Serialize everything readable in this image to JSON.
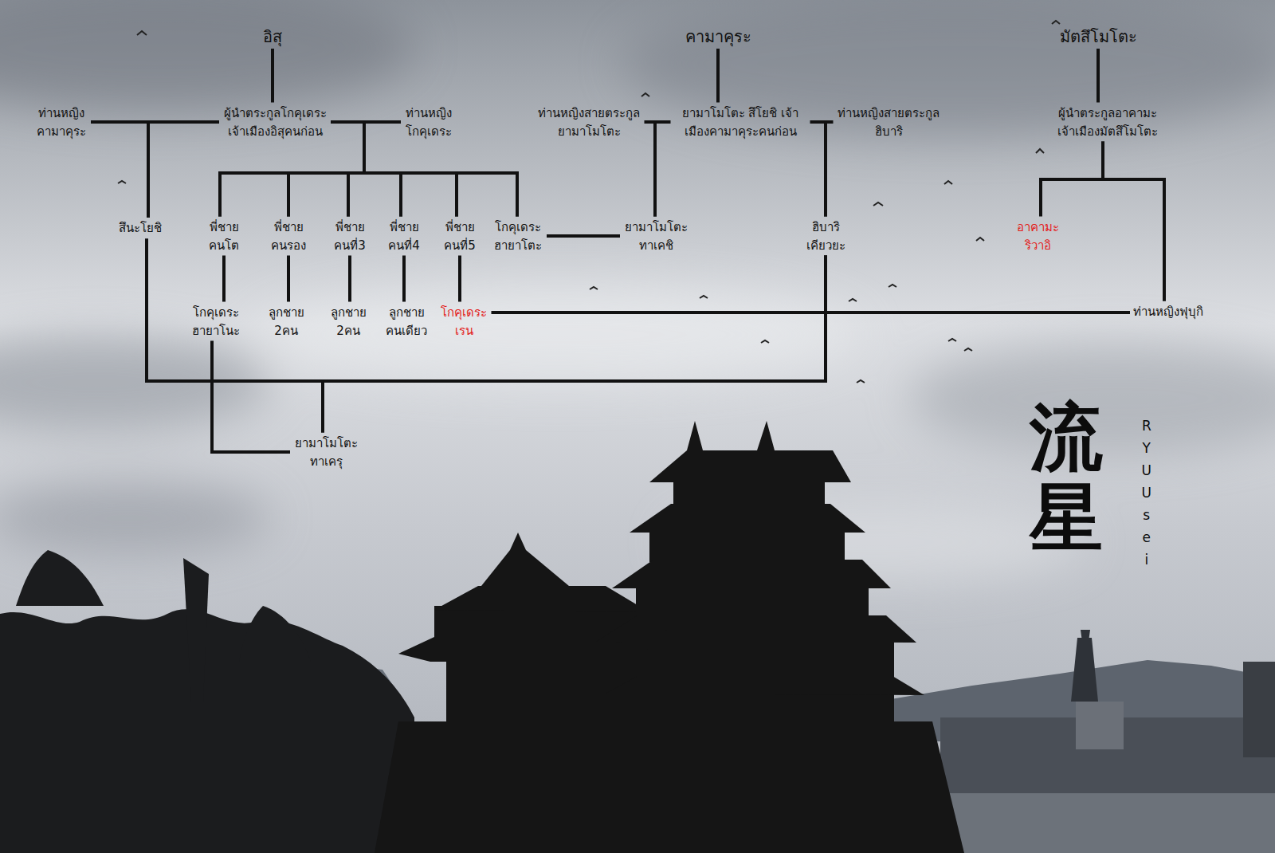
{
  "diagram": {
    "nodes": [
      {
        "text": [
          "อิสุ"
        ]
      },
      {
        "text": [
          "คามาคุระ"
        ]
      },
      {
        "text": [
          "มัตสึโมโตะ"
        ]
      },
      {
        "text": [
          "ท่านหญิง คามาคุระ"
        ]
      },
      {
        "text": [
          "ผู้นำตระกูลโกคุเดระ เจ้าเมืองอิสุคนก่อน"
        ]
      },
      {
        "text": [
          "ท่านหญิง โกคุเดระ"
        ]
      },
      {
        "text": [
          "ท่านหญิงสายตระกูล ยามาโมโตะ"
        ]
      },
      {
        "text": [
          "ยามาโมโตะ สึโยชิ เจ้าเมืองคามาคุระคนก่อน"
        ]
      },
      {
        "text": [
          "ท่านหญิงสายตระกูล ฮิบาริ"
        ]
      },
      {
        "text": [
          "ผู้นำตระกูลอาคามะ เจ้าเมืองมัตสึโมโตะ"
        ]
      },
      {
        "text": [
          "สึนะโยชิ"
        ]
      },
      {
        "text": [
          "พี่ชาย คนโต"
        ]
      },
      {
        "text": [
          "พี่ชาย คนรอง"
        ]
      },
      {
        "text": [
          "พี่ชาย คนที่3"
        ]
      },
      {
        "text": [
          "พี่ชาย คนที่4"
        ]
      },
      {
        "text": [
          "พี่ชาย คนที่5"
        ]
      },
      {
        "text": [
          "โกคุเดระ ฮายาโตะ"
        ]
      },
      {
        "text": [
          "ยามาโมโตะ ทาเคชิ"
        ]
      },
      {
        "text": [
          "ฮิบาริ เคียวยะ"
        ]
      },
      {
        "text": [
          "อาคามะ ริวาอิ"
        ]
      },
      {
        "text": [
          "โกคุเดระ ฮายาโนะ"
        ]
      },
      {
        "text": [
          "ลูกชาย 2คน"
        ]
      },
      {
        "text": [
          "ลูกชาย 2คน"
        ]
      },
      {
        "text": [
          "ลูกชาย คนเดียว"
        ]
      },
      {
        "text": [
          "โกคุเดระ เรน"
        ]
      },
      {
        "text": [
          "ท่านหญิงฟุบุกิ"
        ]
      },
      {
        "text": [
          "ยามาโมโตะ ทาเครุ"
        ]
      }
    ],
    "edges": [
      {
        "from": 0,
        "to": 4,
        "arrow": "none"
      },
      {
        "from": 1,
        "to": 7,
        "arrow": "none"
      },
      {
        "from": 2,
        "to": 9,
        "arrow": "none"
      },
      {
        "from": 3,
        "to": 10,
        "arrow": "none"
      },
      {
        "from": 4,
        "to": 10,
        "arrow": "none"
      },
      {
        "from": 4,
        "to": 11,
        "arrow": "none"
      },
      {
        "from": 4,
        "to": 12,
        "arrow": "none"
      },
      {
        "from": 4,
        "to": 13,
        "arrow": "none"
      },
      {
        "from": 4,
        "to": 14,
        "arrow": "none"
      },
      {
        "from": 4,
        "to": 15,
        "arrow": "none"
      },
      {
        "from": 4,
        "to": 16,
        "arrow": "none"
      },
      {
        "from": 5,
        "to": 11,
        "arrow": "none"
      },
      {
        "from": 5,
        "to": 12,
        "arrow": "none"
      },
      {
        "from": 5,
        "to": 13,
        "arrow": "none"
      },
      {
        "from": 5,
        "to": 14,
        "arrow": "none"
      },
      {
        "from": 5,
        "to": 15,
        "arrow": "none"
      },
      {
        "from": 5,
        "to": 16,
        "arrow": "none"
      },
      {
        "from": 6,
        "to": 17,
        "arrow": "none"
      },
      {
        "from": 7,
        "to": 17,
        "arrow": "none"
      },
      {
        "from": 7,
        "to": 18,
        "arrow": "none"
      },
      {
        "from": 8,
        "to": 18,
        "arrow": "none"
      },
      {
        "from": 9,
        "to": 19,
        "arrow": "none"
      },
      {
        "from": 9,
        "to": 25,
        "arrow": "none"
      },
      {
        "from": 16,
        "to": 17,
        "arrow": "none"
      },
      {
        "from": 11,
        "to": 20,
        "arrow": "none"
      },
      {
        "from": 12,
        "to": 21,
        "arrow": "none"
      },
      {
        "from": 13,
        "to": 22,
        "arrow": "none"
      },
      {
        "from": 14,
        "to": 23,
        "arrow": "none"
      },
      {
        "from": 15,
        "to": 24,
        "arrow": "none"
      },
      {
        "from": 24,
        "to": 18,
        "arrow": "none"
      },
      {
        "from": 25,
        "to": 18,
        "arrow": "none"
      },
      {
        "from": 10,
        "to": 26,
        "arrow": "none"
      },
      {
        "from": 18,
        "to": 26,
        "arrow": "none"
      },
      {
        "from": 20,
        "to": 26,
        "arrow": "none"
      }
    ],
    "labels": [
      "流星",
      "RYUUsei"
    ]
  }
}
